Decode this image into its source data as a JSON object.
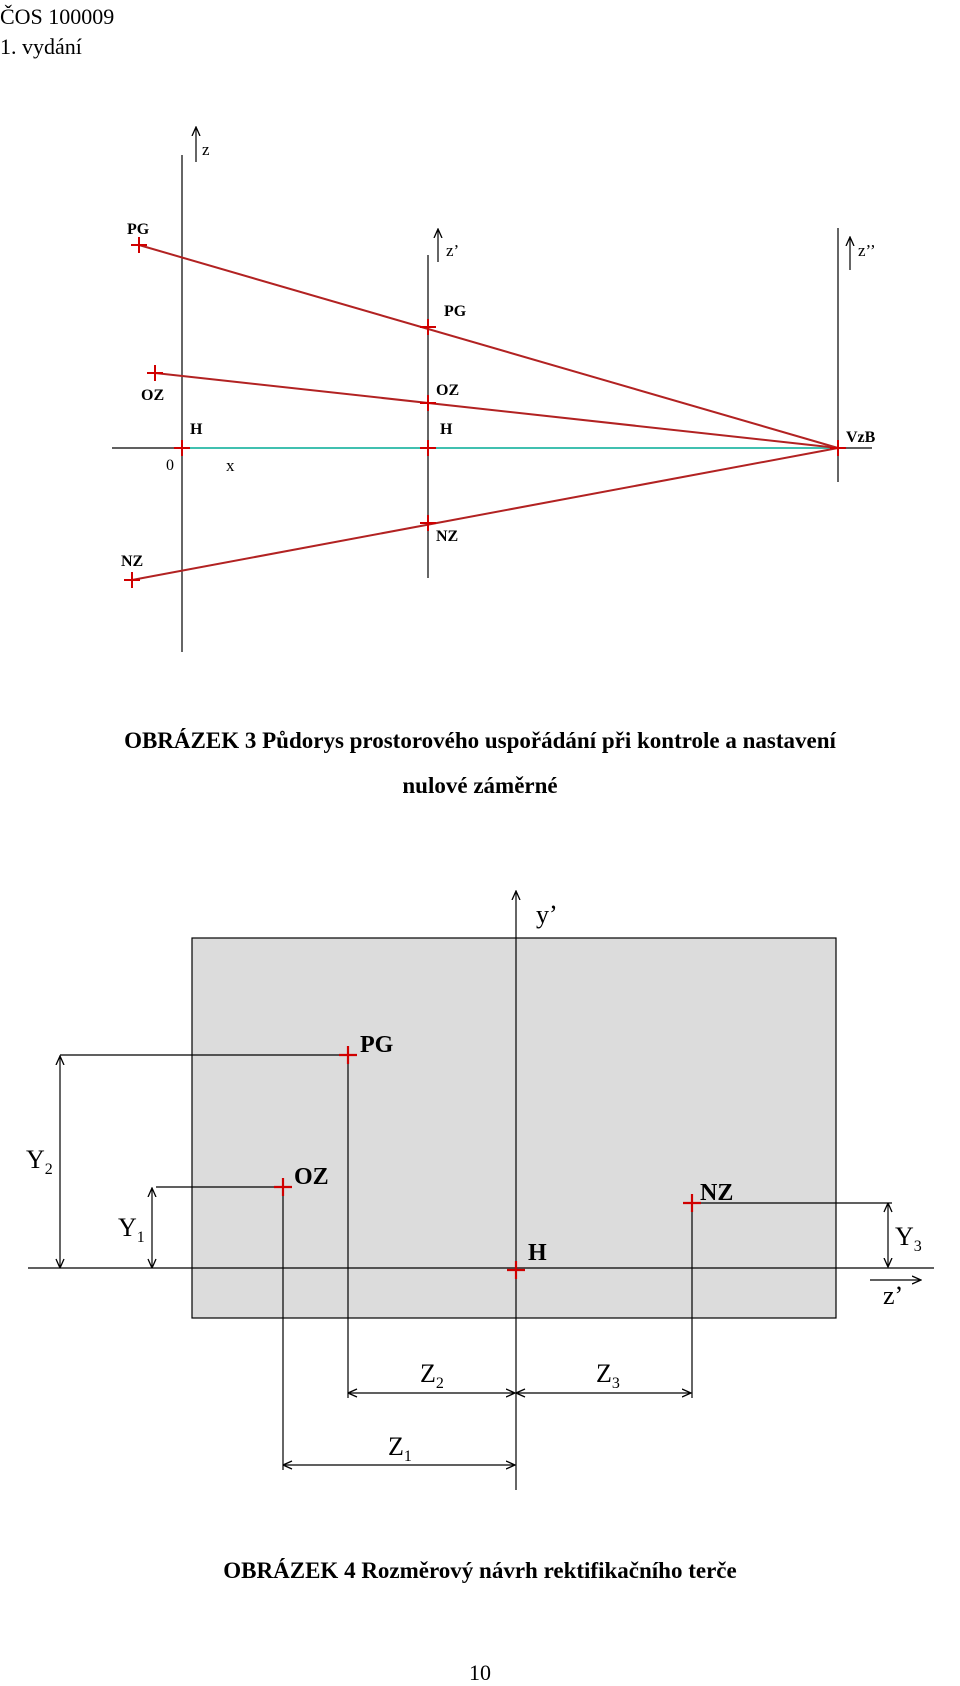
{
  "header": {
    "standard": "ČOS 100009",
    "edition": "1. vydání"
  },
  "figure3": {
    "caption_line1": "OBRÁZEK  3  Půdorys prostorového uspořádání při kontrole a nastavení",
    "caption_line2": "nulové záměrné",
    "axis_z": "z",
    "axis_z1": "z’",
    "axis_z2": "z’’",
    "axis_x": "x",
    "origin": "0",
    "point_pg_1": "PG",
    "point_pg_2": "PG",
    "point_oz_1": "OZ",
    "point_oz_2": "OZ",
    "point_h_1": "H",
    "point_h_2": "H",
    "point_nz_1": "NZ",
    "point_nz_2": "NZ",
    "point_vzb": "VzB",
    "colors": {
      "rays": "#b22222",
      "baseline": "#40c0b0"
    }
  },
  "figure4": {
    "caption": "OBRÁZEK  4  Rozměrový návrh rektifikačního terče",
    "axis_y": "y’",
    "axis_z": "z’",
    "point_pg": "PG",
    "point_oz": "OZ",
    "point_nz": "NZ",
    "point_h": "H",
    "dim_y1": "Y",
    "dim_y1_sub": "1",
    "dim_y2": "Y",
    "dim_y2_sub": "2",
    "dim_y3": "Y",
    "dim_y3_sub": "3",
    "dim_z1": "Z",
    "dim_z1_sub": "1",
    "dim_z2": "Z",
    "dim_z2_sub": "2",
    "dim_z3": "Z",
    "dim_z3_sub": "3",
    "colors": {
      "target": "#dcdcdc",
      "marks": "#d00000"
    }
  },
  "page_number": "10"
}
